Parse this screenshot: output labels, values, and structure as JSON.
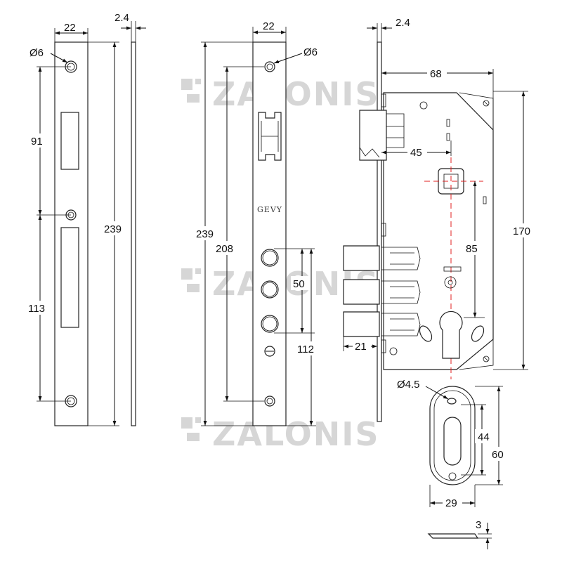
{
  "watermark": {
    "text": "ZALONIS"
  },
  "strike_plate": {
    "width": "22",
    "thickness": "2.4",
    "hole_diameter": "Ø6",
    "dim_upper": "91",
    "dim_lower": "113",
    "length": "239"
  },
  "faceplate": {
    "width": "22",
    "hole_diameter": "Ø6",
    "length": "239",
    "hole_spacing": "208",
    "bolt_spacing": "50",
    "bolt_offset": "112",
    "stamp": "GEVY"
  },
  "lock_body": {
    "plate_thickness": "2.4",
    "backset": "68",
    "latch_offset": "45",
    "height": "170",
    "centre_distance": "85",
    "bolt_throw": "21"
  },
  "escutcheon": {
    "hole_diameter": "Ø4.5",
    "cutout_height": "44",
    "height": "60",
    "width": "29",
    "thickness": "3"
  }
}
